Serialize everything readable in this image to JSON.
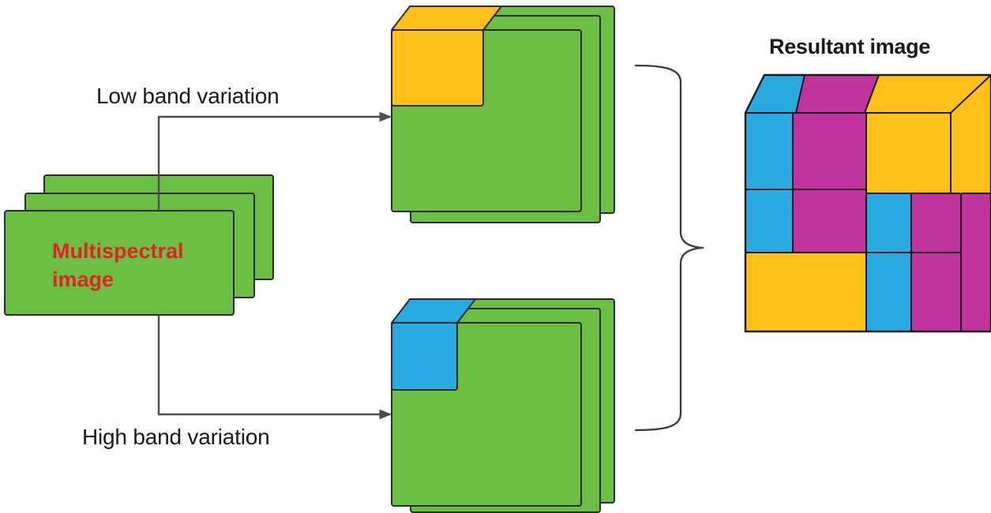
{
  "diagram": {
    "title": "Multispectral band variation fusion diagram",
    "type": "flow-diagram"
  },
  "source": {
    "label_line1": "Multispectral",
    "label_line2": "image",
    "label_full": "Multispectral image",
    "text_color": "#e02424",
    "plane_color": "#6cbe45",
    "plane_count": 3
  },
  "branches": [
    {
      "id": "low-band",
      "label": "Low band variation",
      "patch_color": "#fdc018",
      "patch_name": "yellow-patch",
      "plane_color": "#6cbe45",
      "plane_count": 3
    },
    {
      "id": "high-band",
      "label": "High band variation",
      "patch_color": "#29abe2",
      "patch_name": "blue-patch",
      "plane_color": "#6cbe45",
      "plane_count": 3
    }
  ],
  "connector": {
    "name": "curly-brace",
    "stroke": "#3a3a3a"
  },
  "result": {
    "title": "Resultant image",
    "top_face_segments": [
      "#29abe2",
      "#c0359d",
      "#fdc018"
    ],
    "side_face_color": "#fdc018",
    "front_cells": [
      {
        "name": "cell-blue-top-left",
        "color": "#29abe2"
      },
      {
        "name": "cell-magenta-top",
        "color": "#c0359d"
      },
      {
        "name": "cell-yellow-top-right",
        "color": "#fdc018"
      },
      {
        "name": "cell-blue-mid-left",
        "color": "#29abe2"
      },
      {
        "name": "cell-magenta-mid",
        "color": "#c0359d"
      },
      {
        "name": "cell-yellow-bottom-left",
        "color": "#fdc018"
      },
      {
        "name": "cell-blue-mid-right",
        "color": "#29abe2"
      },
      {
        "name": "cell-magenta-mid-right",
        "color": "#c0359d"
      },
      {
        "name": "cell-magenta-far-right",
        "color": "#c0359d"
      },
      {
        "name": "cell-blue-bottom-right",
        "color": "#29abe2"
      },
      {
        "name": "cell-magenta-bottom",
        "color": "#c0359d"
      }
    ]
  },
  "palette": {
    "green": "#6cbe45",
    "yellow": "#fdc018",
    "blue": "#29abe2",
    "magenta": "#c0359d",
    "red": "#e02424",
    "outline": "#1a1a1a",
    "arrow": "#4d4d4d",
    "background": "#ffffff"
  }
}
